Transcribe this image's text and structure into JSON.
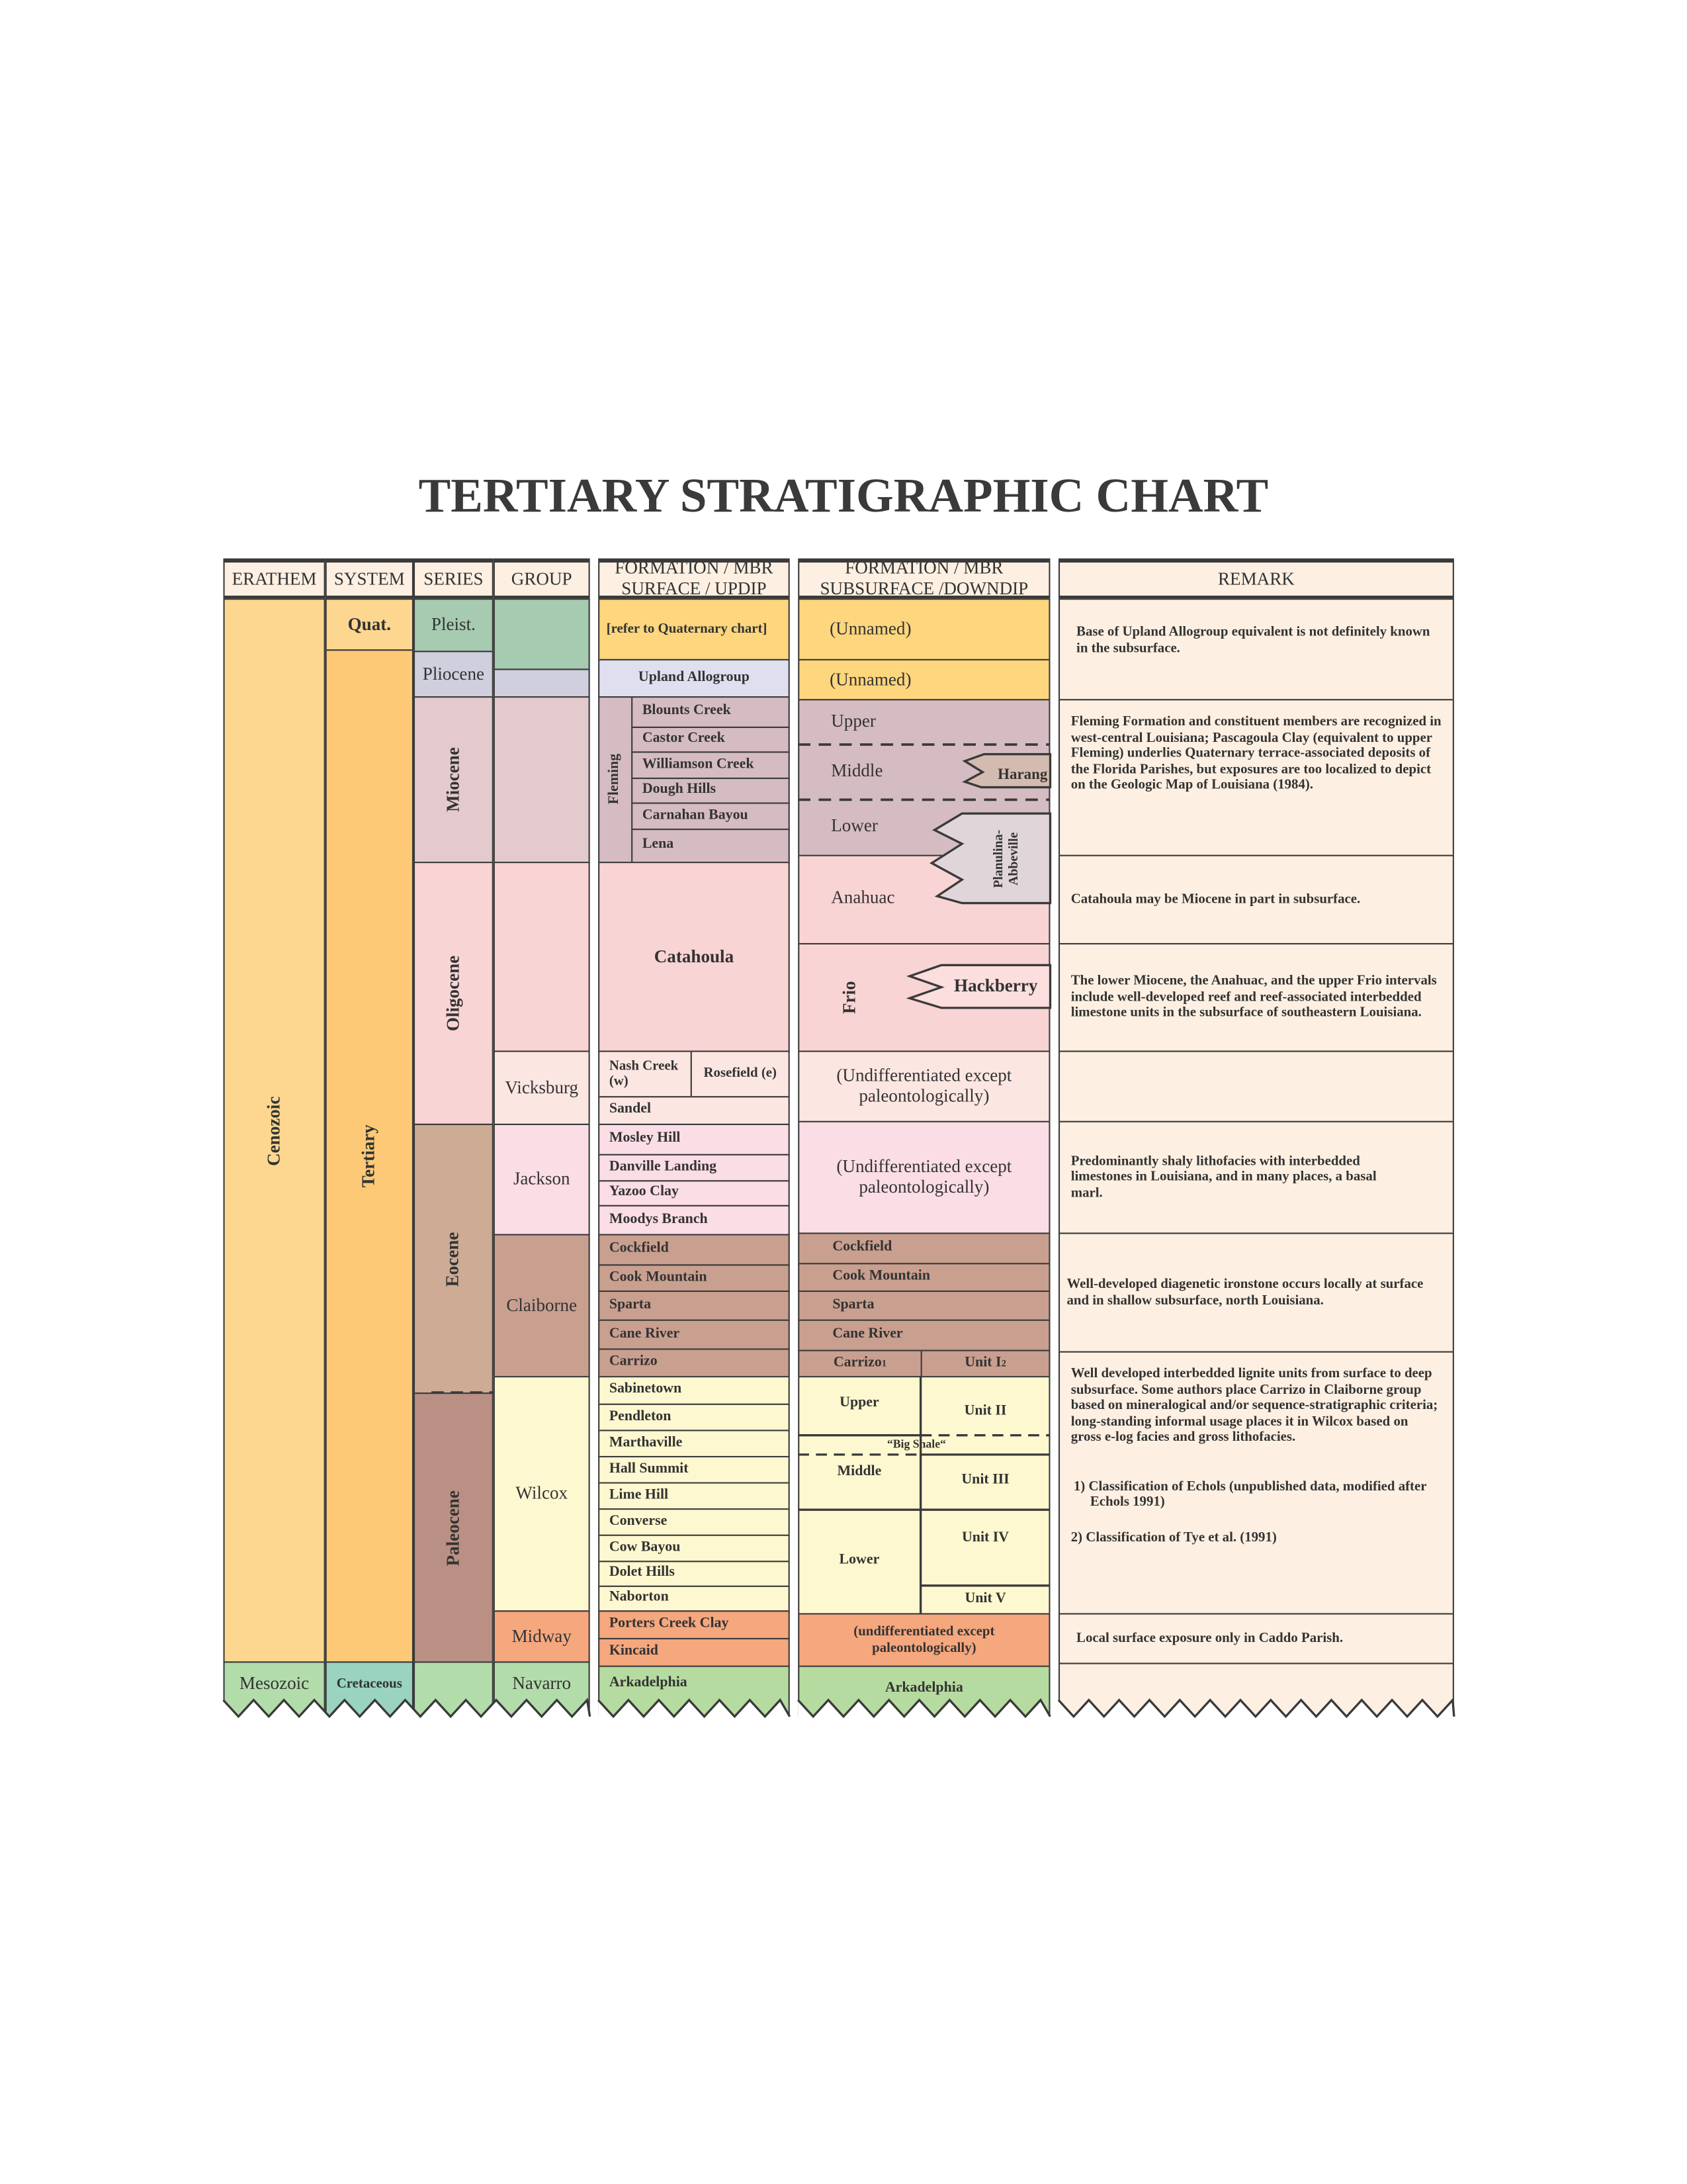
{
  "title": "TERTIARY STRATIGRAPHIC CHART",
  "headers": {
    "erathem": "ERATHEM",
    "system": "SYSTEM",
    "series": "SERIES",
    "group": "GROUP",
    "surface_1": "FORMATION / MBR",
    "surface_2": "SURFACE / UPDIP",
    "subsurface_1": "FORMATION / MBR",
    "subsurface_2": "SUBSURFACE /DOWNDIP",
    "remark": "REMARK"
  },
  "erathem": [
    "Cenozoic",
    "Mesozoic"
  ],
  "system": [
    "Quat.",
    "Tertiary",
    "Cretaceous"
  ],
  "series": [
    "Pleist.",
    "Pliocene",
    "Miocene",
    "Oligocene",
    "Eocene",
    "Paleocene"
  ],
  "group": [
    "Vicksburg",
    "Jackson",
    "Claiborne",
    "Wilcox",
    "Midway",
    "Navarro"
  ],
  "surface": {
    "quat": "[refer to Quaternary chart]",
    "upland": "Upland Allogroup",
    "fleming": "Fleming",
    "fleming_members": [
      "Blounts Creek",
      "Castor Creek",
      "Williamson Creek",
      "Dough Hills",
      "Carnahan Bayou",
      "Lena"
    ],
    "catahoula": "Catahoula",
    "nash": "Nash Creek (w)",
    "rosefield": "Rosefield (e)",
    "sandel": "Sandel",
    "jackson": [
      "Mosley Hill",
      "Danville Landing",
      "Yazoo Clay",
      "Moodys Branch"
    ],
    "claiborne": [
      "Cockfield",
      "Cook Mountain",
      "Sparta",
      "Cane River",
      "Carrizo"
    ],
    "wilcox": [
      "Sabinetown",
      "Pendleton",
      "Marthaville",
      "Hall Summit",
      "Lime Hill",
      "Converse",
      "Cow Bayou",
      "Dolet Hills",
      "Naborton"
    ],
    "midway": [
      "Porters Creek Clay",
      "Kincaid"
    ],
    "arkadelphia": "Arkadelphia"
  },
  "subsurface": {
    "unnamed1": "(Unnamed)",
    "unnamed2": "(Unnamed)",
    "upper": "Upper",
    "middle": "Middle",
    "harang": "Harang",
    "lower": "Lower",
    "planulina": "Planulina-",
    "abbeville": "Abbeville",
    "anahuac": "Anahuac",
    "frio": "Frio",
    "hackberry": "Hackberry",
    "undiff_1": "(Undifferentiated except paleontologically)",
    "undiff_2": "(Undifferentiated except paleontologically)",
    "claiborne": [
      "Cockfield",
      "Cook Mountain",
      "Sparta",
      "Cane River"
    ],
    "carrizo": "Carrizo",
    "carrizo_note": "1",
    "unit1": "Unit I",
    "unit1_note": "2",
    "wilcox_upper": "Upper",
    "big_shale": "“Big Shale“",
    "wilcox_middle": "Middle",
    "wilcox_lower": "Lower",
    "units": [
      "Unit II",
      "Unit III",
      "Unit IV",
      "Unit V"
    ],
    "midway": "(undifferentiated except paleontologically)",
    "arkadelphia": "Arkadelphia"
  },
  "remarks": [
    "Base of Upland Allogroup equivalent is not definitely known in the subsurface.",
    "Fleming Formation and constituent members are recognized in west-central Louisiana;  Pascagoula Clay (equivalent to upper Fleming) underlies Quaternary terrace-associated deposits of the Florida Parishes, but exposures are too localized to depict on the Geologic Map of Louisiana (1984).",
    "Catahoula may be Miocene in part in subsurface.",
    "The lower Miocene, the Anahuac, and the upper Frio intervals include well-developed reef and reef-associated interbedded limestone units in the subsurface of southeastern Louisiana.",
    "",
    "Predominantly shaly lithofacies with interbedded limestones in Louisiana, and in many places, a basal marl.",
    "Well-developed diagenetic ironstone occurs locally at surface and in  shallow subsurface, north Louisiana.",
    "Well developed interbedded lignite units from surface to deep subsurface. Some authors place Carrizo in Claiborne group based on mineralogical and/or sequence-stratigraphic criteria; long-standing informal usage places it in Wilcox based on gross e-log facies and gross lithofacies.",
    "Local surface exposure only in Caddo Parish."
  ],
  "notes": [
    "1) Classification of Echols (unpublished data, modified after Echols 1991)",
    "2) Classification of Tye et al. (1991)"
  ],
  "colors": {
    "line": "#3a3a3a",
    "header": "#fdf0e2",
    "cenozoic": "#fdd78f",
    "tertiary": "#fdc977",
    "quaternary": "#a6cbb0",
    "pliocene": "#cfcfde",
    "miocene": "#e4c9cd",
    "oligocene": "#f9d4d4",
    "eocene": "#cdab95",
    "paleocene": "#bb9084",
    "claiborne": "#c99f8f",
    "wilcox": "#fef8d0",
    "midway": "#f5a77e",
    "mesozoic": "#b3dcab",
    "cretaceous": "#9ad3c0"
  }
}
